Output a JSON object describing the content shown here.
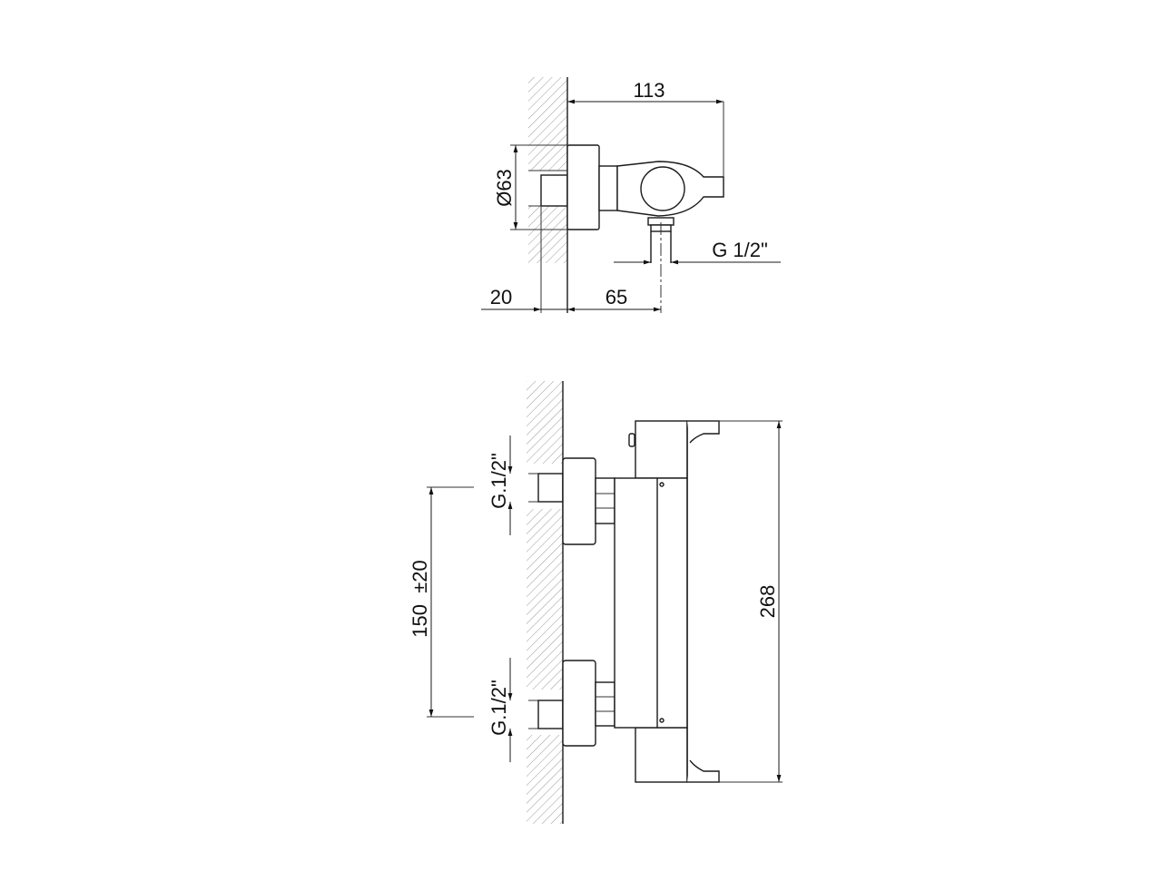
{
  "side_view": {
    "dim_depth": "113",
    "dim_diameter": "Ø63",
    "dim_thread": "G 1/2\"",
    "dim_recess": "20",
    "dim_outlet": "65"
  },
  "front_view": {
    "dim_inlet_top": "G.1/2\"",
    "dim_inlet_bottom": "G.1/2\"",
    "dim_spacing": "150  ±20",
    "dim_height": "268"
  },
  "colors": {
    "line": "#1a1a1a",
    "hatch": "#9a9a9a",
    "background": "#ffffff"
  }
}
